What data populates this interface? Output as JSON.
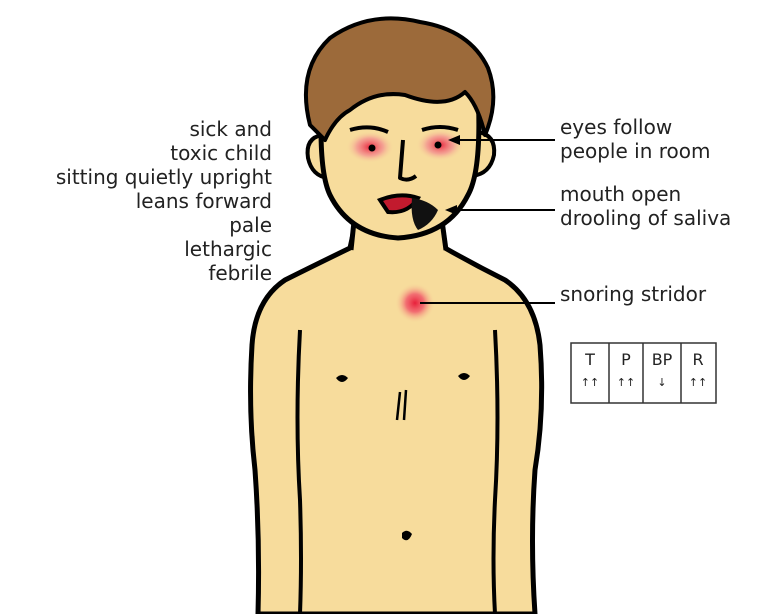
{
  "left_labels": [
    "sick and",
    "toxic child",
    "sitting quietly upright",
    "leans forward",
    "pale",
    "lethargic",
    "febrile"
  ],
  "callouts": {
    "eyes": [
      "eyes follow",
      "people in room"
    ],
    "mouth": [
      "mouth open",
      "drooling of saliva"
    ],
    "throat": [
      "snoring stridor"
    ]
  },
  "vitals": [
    {
      "label": "T",
      "trend": "↑↑"
    },
    {
      "label": "P",
      "trend": "↑↑"
    },
    {
      "label": "BP",
      "trend": "↓"
    },
    {
      "label": "R",
      "trend": "↑↑"
    }
  ],
  "colors": {
    "skin": "#f7dc9c",
    "hair": "#9c6a3a",
    "outline": "#000000",
    "inflammation": "#e8203a"
  }
}
